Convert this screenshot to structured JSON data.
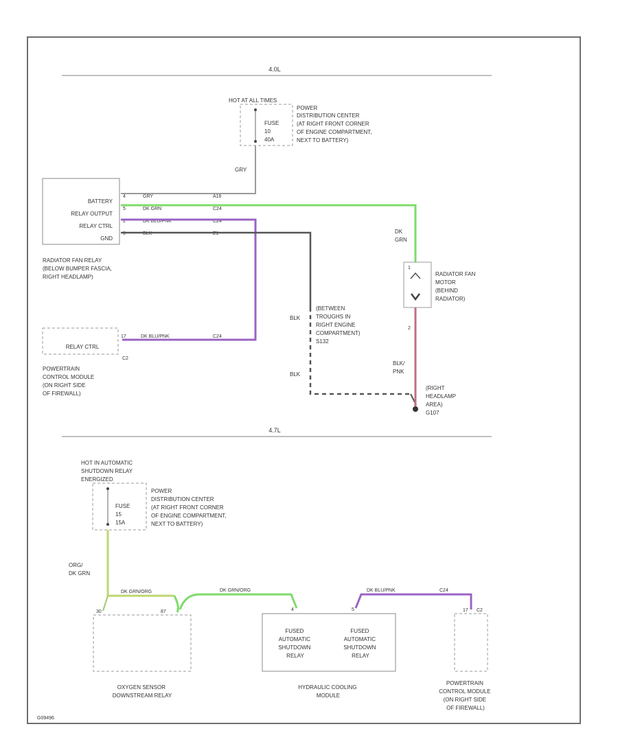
{
  "sections": {
    "top": "4.0L",
    "bottom": "4.7L"
  },
  "hot_fuse_top": {
    "hot_label": "HOT AT ALL TIMES",
    "fuse_label": "FUSE",
    "fuse_number": "10",
    "fuse_amps": "40A",
    "pdc_lines": [
      "POWER",
      "DISTRIBUTION CENTER",
      "(AT RIGHT FRONT CORNER",
      "OF ENGINE COMPARTMENT,",
      "NEXT TO BATTERY)"
    ]
  },
  "fan_relay": {
    "pins": [
      "BATTERY",
      "RELAY OUTPUT",
      "RELAY CTRL",
      "GND"
    ],
    "pin_numbers": [
      "4",
      "5",
      "2",
      "3"
    ],
    "wire_colors": [
      "GRY",
      "DK GRN",
      "DK BLU/PNK",
      "BLK"
    ],
    "circuits": [
      "A16",
      "C24",
      "C24",
      "Z1"
    ],
    "desc": [
      "RADIATOR FAN RELAY",
      "(BELOW BUMPER FASCIA,",
      "RIGHT HEADLAMP)"
    ],
    "supply_wire": "GRY"
  },
  "pcm_top": {
    "pin": "RELAY CTRL",
    "pin_number": "17",
    "connector": "C2",
    "wire": "DK BLU/PNK",
    "circuit": "C24",
    "desc": [
      "POWERTRAIN",
      "CONTROL MODULE",
      "(ON RIGHT SIDE",
      "OF FIREWALL)"
    ]
  },
  "splice": {
    "wire_upper": "BLK",
    "wire_lower": "BLK",
    "desc": [
      "(BETWEEN",
      "TROUGHS IN",
      "RIGHT ENGINE",
      "COMPARTMENT)",
      "S132"
    ]
  },
  "motor": {
    "wire_in": [
      "DK",
      "GRN"
    ],
    "pin_top": "1",
    "pin_bottom": "2",
    "wire_out": [
      "BLK/",
      "PNK"
    ],
    "desc": [
      "RADIATOR FAN",
      "MOTOR",
      "(BEHIND",
      "RADIATOR)"
    ]
  },
  "ground": {
    "desc": [
      "(RIGHT",
      "HEADLAMP",
      "AREA)",
      "G107"
    ]
  },
  "hot_fuse_bottom": {
    "hot_label_lines": [
      "HOT IN AUTOMATIC",
      "SHUTDOWN RELAY",
      "ENERGIZED"
    ],
    "fuse_label": "FUSE",
    "fuse_number": "15",
    "fuse_amps": "15A",
    "pdc_lines": [
      "POWER",
      "DISTRIBUTION CENTER",
      "(AT RIGHT FRONT CORNER",
      "OF ENGINE COMPARTMENT,",
      "NEXT TO BATTERY)"
    ],
    "supply_wire_lines": [
      "ORG/",
      "DK GRN"
    ]
  },
  "bottom_wires": {
    "osr_wire": "DK GRN/ORG",
    "hcm_wire": "DK GRN/ORG",
    "pcm_wire": "DK BLU/PNK",
    "pcm_circuit": "C24"
  },
  "oxygen_relay": {
    "pin_left": "30",
    "pin_right": "87",
    "desc": [
      "OXYGEN SENSOR",
      "DOWNSTREAM RELAY"
    ]
  },
  "hcm": {
    "pin_left": "4",
    "pin_right": "5",
    "left_box": [
      "FUSED",
      "AUTOMATIC",
      "SHUTDOWN",
      "RELAY"
    ],
    "right_box": [
      "FUSED",
      "AUTOMATIC",
      "SHUTDOWN",
      "RELAY"
    ],
    "desc": [
      "HYDRAULIC COOLING",
      "MODULE"
    ]
  },
  "pcm_bottom": {
    "pin": "17",
    "connector": "C2",
    "desc": [
      "POWERTRAIN",
      "CONTROL MODULE",
      "(ON RIGHT SIDE",
      "OF FIREWALL)"
    ]
  },
  "figure_id": "G09496",
  "colors": {
    "frame": "#6f6f6f",
    "wire_green": "#7ddb6a",
    "wire_purple": "#9a63c4",
    "wire_black": "#555555",
    "wire_gray": "#9a9a9a",
    "wire_pink": "#c07080",
    "wire_lime": "#bcd770"
  }
}
